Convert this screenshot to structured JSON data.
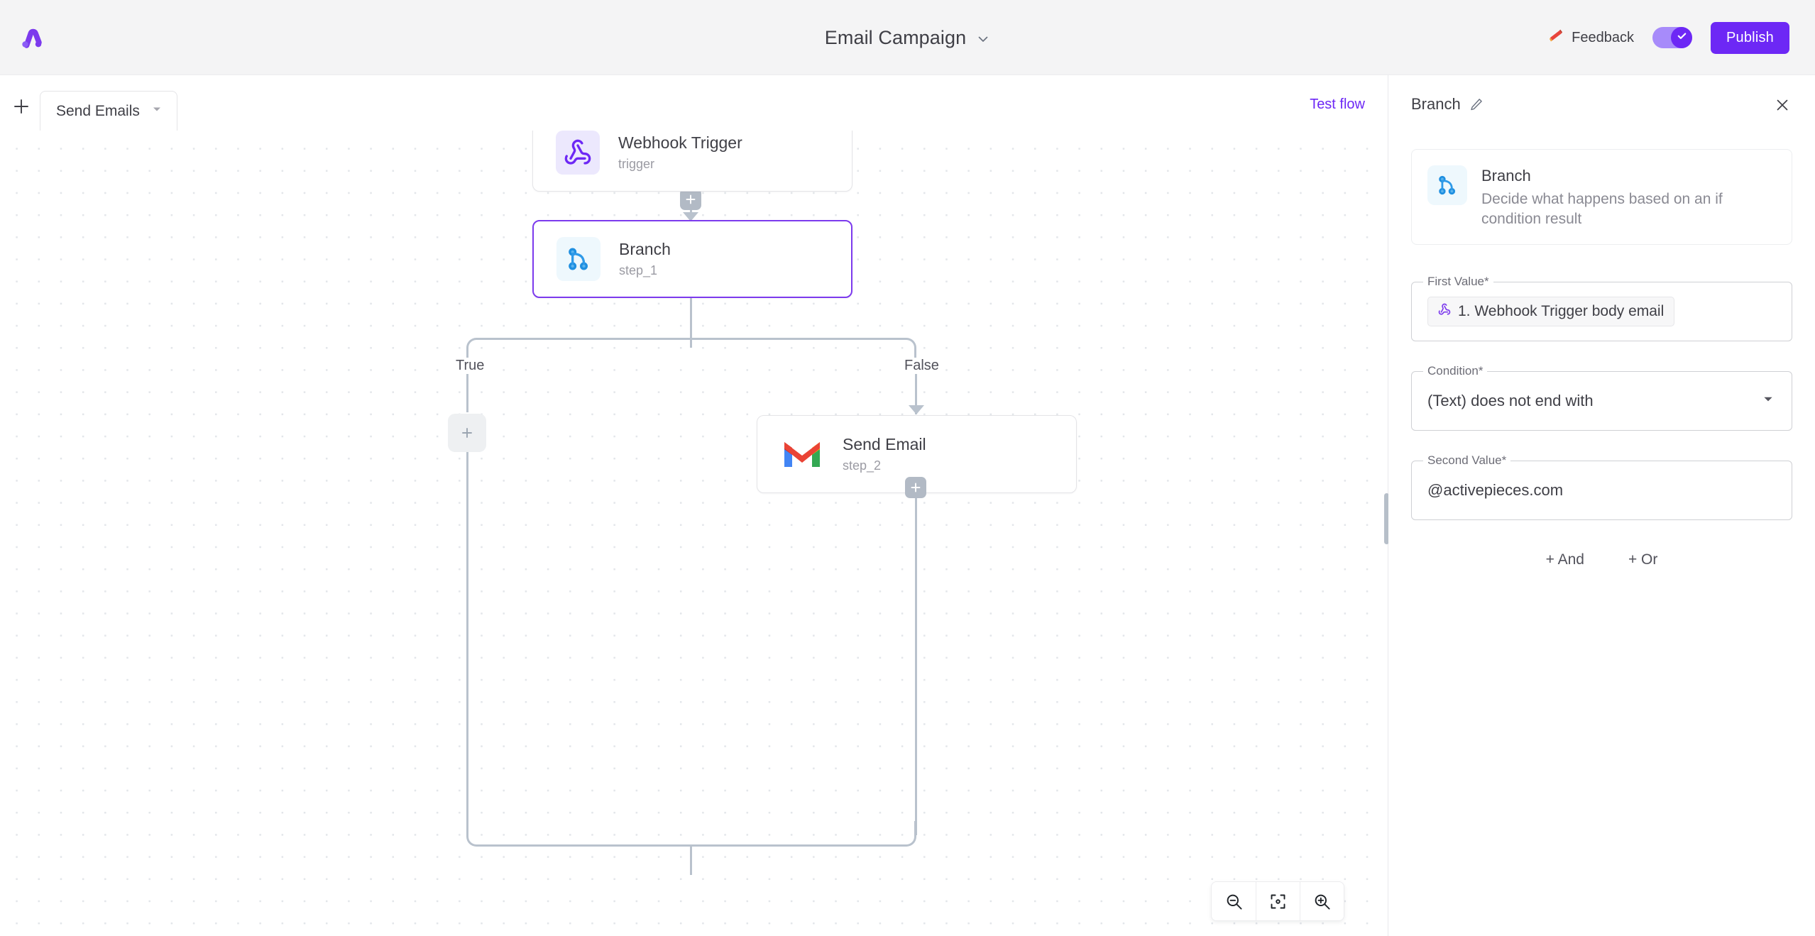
{
  "app": {
    "logo_icon": "activepieces-logo-icon",
    "brand_color": "#6d28f5"
  },
  "header": {
    "title": "Email Campaign",
    "title_caret_icon": "chevron-down-icon",
    "feedback_label": "Feedback",
    "feedback_icon": "megaphone-icon",
    "toggle_state": "enabled",
    "toggle_icon": "check-icon",
    "publish_label": "Publish"
  },
  "flow_toolbar": {
    "add_icon": "plus-icon",
    "tab_label": "Send Emails",
    "tab_caret_icon": "caret-down-icon",
    "test_flow_label": "Test flow"
  },
  "canvas": {
    "nodes": [
      {
        "name": "Webhook Trigger",
        "step": "trigger",
        "icon": "webhook-icon",
        "selected": false
      },
      {
        "name": "Branch",
        "step": "step_1",
        "icon": "branch-icon",
        "selected": true
      },
      {
        "name": "Send Email",
        "step": "step_2",
        "icon": "gmail-icon",
        "selected": false
      }
    ],
    "branch_labels": {
      "true": "True",
      "false": "False"
    },
    "add_step_icon": "plus-icon",
    "zoom_controls": [
      {
        "name": "zoom-out",
        "icon": "zoom-out-icon"
      },
      {
        "name": "fit-to-view",
        "icon": "focus-frame-icon"
      },
      {
        "name": "zoom-in",
        "icon": "zoom-in-icon"
      }
    ]
  },
  "panel": {
    "title": "Branch",
    "edit_icon": "pencil-icon",
    "close_icon": "close-icon",
    "piece": {
      "name": "Branch",
      "description": "Decide what happens based on an if condition result",
      "icon": "branch-icon"
    },
    "fields": {
      "first_value": {
        "label": "First Value*",
        "chip_text": "1. Webhook Trigger body email",
        "chip_icon": "webhook-icon"
      },
      "condition": {
        "label": "Condition*",
        "value": "(Text) does not end with",
        "caret_icon": "caret-down-icon"
      },
      "second_value": {
        "label": "Second Value*",
        "value": "@activepieces.com"
      }
    },
    "logic": {
      "and_label": "+ And",
      "or_label": "+ Or"
    }
  }
}
